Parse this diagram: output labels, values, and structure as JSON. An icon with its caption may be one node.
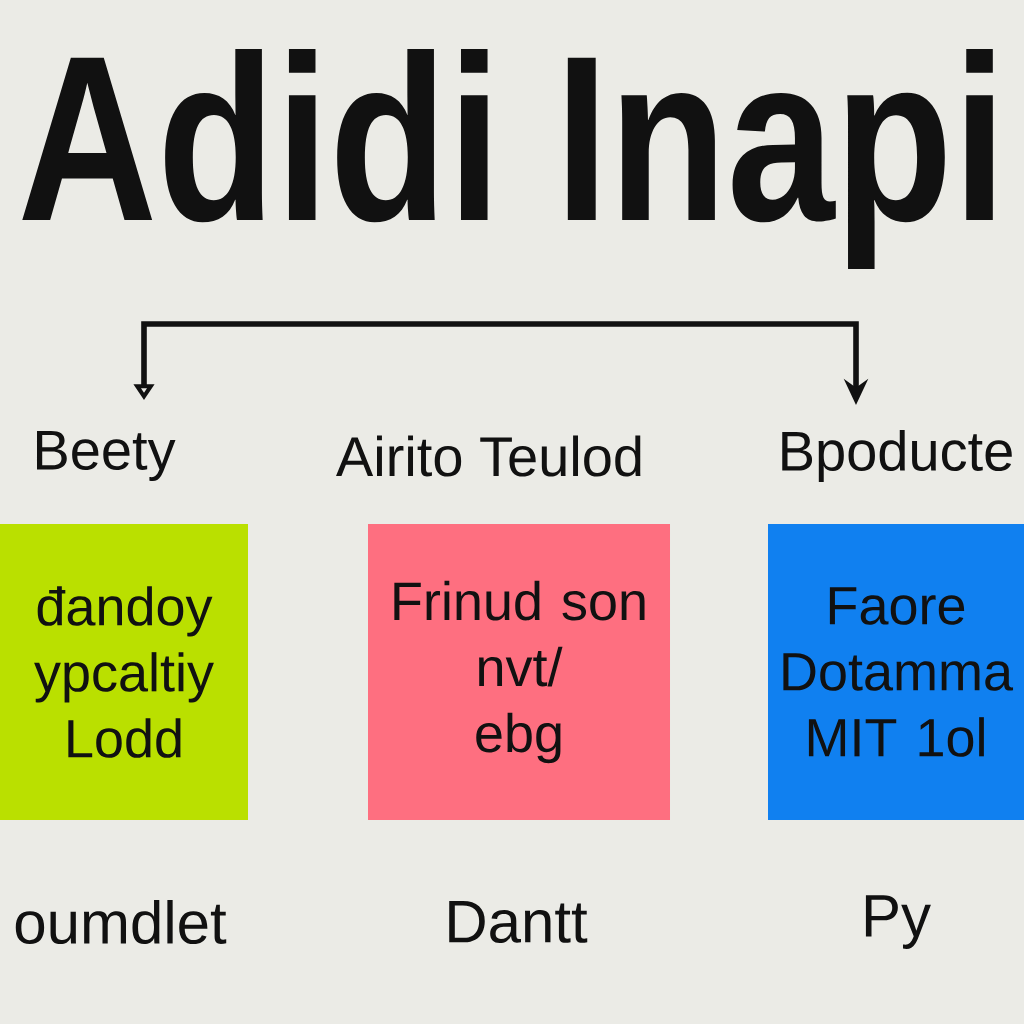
{
  "diagram": {
    "title": "Adidi Inapi",
    "nodes": [
      {
        "text": [
          "Beety",
          "đandoy ypcaltiy Lodd"
        ],
        "beside": [
          "oumdlet"
        ]
      },
      {
        "text": [
          "Airito Teulod",
          "Frinud son nvt/ ebg"
        ],
        "beside": [
          "Dantt"
        ]
      },
      {
        "text": [
          "Bpoducte",
          "Faore Dotamma MIT 1ol"
        ],
        "beside": [
          "Py"
        ]
      }
    ],
    "edges": [
      {
        "from": 0,
        "to": 2,
        "arrow": "both"
      }
    ]
  }
}
